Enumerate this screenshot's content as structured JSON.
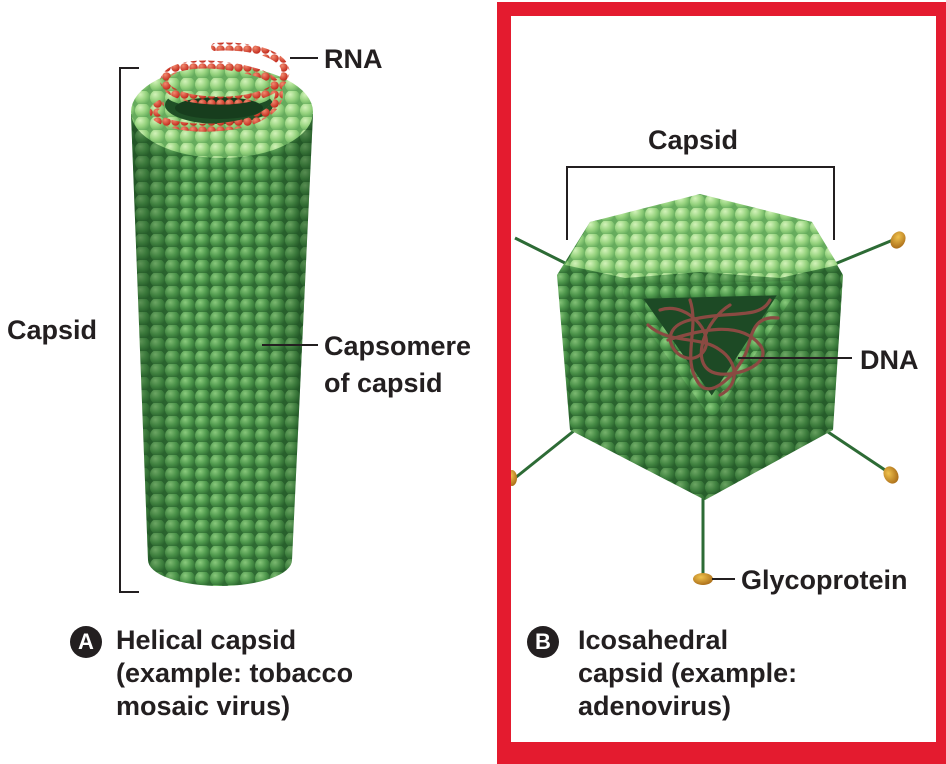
{
  "panel_a": {
    "badge": "A",
    "caption_lines": [
      "Helical capsid",
      "(example: tobacco",
      "mosaic virus)"
    ],
    "labels": {
      "rna": "RNA",
      "capsid": "Capsid",
      "capsomere_line1": "Capsomere",
      "capsomere_line2": "of capsid"
    }
  },
  "panel_b": {
    "badge": "B",
    "caption_lines": [
      "Icosahedral",
      "capsid (example:",
      "adenovirus)"
    ],
    "labels": {
      "capsid": "Capsid",
      "dna": "DNA",
      "glycoprotein": "Glycoprotein"
    }
  },
  "colors": {
    "highlight_frame": "#e41b2f",
    "capsomere_green": "#4a9a4a",
    "capsomere_light": "#8fd07a",
    "rna_red": "#d63a27",
    "dna_brown": "#8a4a42",
    "glycoprotein_tan": "#c8892a",
    "text": "#231f20"
  }
}
